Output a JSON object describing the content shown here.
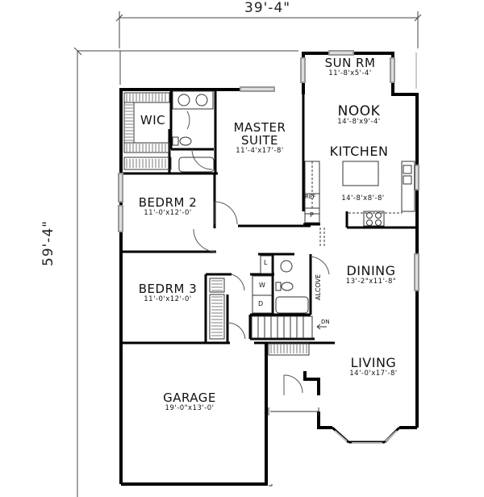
{
  "overall_dimensions": {
    "width": "39'-4\"",
    "depth": "59'-4\""
  },
  "rooms": [
    {
      "id": "sun-room",
      "name": "SUN RM",
      "size": "11'-8'x5'-4'"
    },
    {
      "id": "nook",
      "name": "NOOK",
      "size": "14'-8'x9'-4'"
    },
    {
      "id": "kitchen",
      "name": "KITCHEN",
      "size": "14'-8'x8'-8'"
    },
    {
      "id": "master-suite",
      "name": "MASTER\nSUITE",
      "name_line1": "MASTER",
      "name_line2": "SUITE",
      "size": "11'-4'x17'-8'"
    },
    {
      "id": "wic",
      "name": "WIC",
      "size": ""
    },
    {
      "id": "bedroom-2",
      "name": "BEDRM 2",
      "size": "11'-0'x12'-0'"
    },
    {
      "id": "bedroom-3",
      "name": "BEDRM 3",
      "size": "11'-0'x12'-0'"
    },
    {
      "id": "dining",
      "name": "DINING",
      "size": "13'-2\"x11'-8\""
    },
    {
      "id": "living",
      "name": "LIVING",
      "size": "14'-0'x17'-8'"
    },
    {
      "id": "garage",
      "name": "GARAGE",
      "size": "19'-0\"x13'-0'"
    }
  ],
  "fixture_labels": {
    "refrigerator": "REF",
    "pantry": "P",
    "linen": "L",
    "washer": "W",
    "dryer": "D",
    "alcove": "ALCOVE",
    "stairs_down": "DN"
  },
  "colors": {
    "wall": "#000000",
    "line": "#555555",
    "window": "#bbbbbb",
    "background": "#ffffff"
  }
}
